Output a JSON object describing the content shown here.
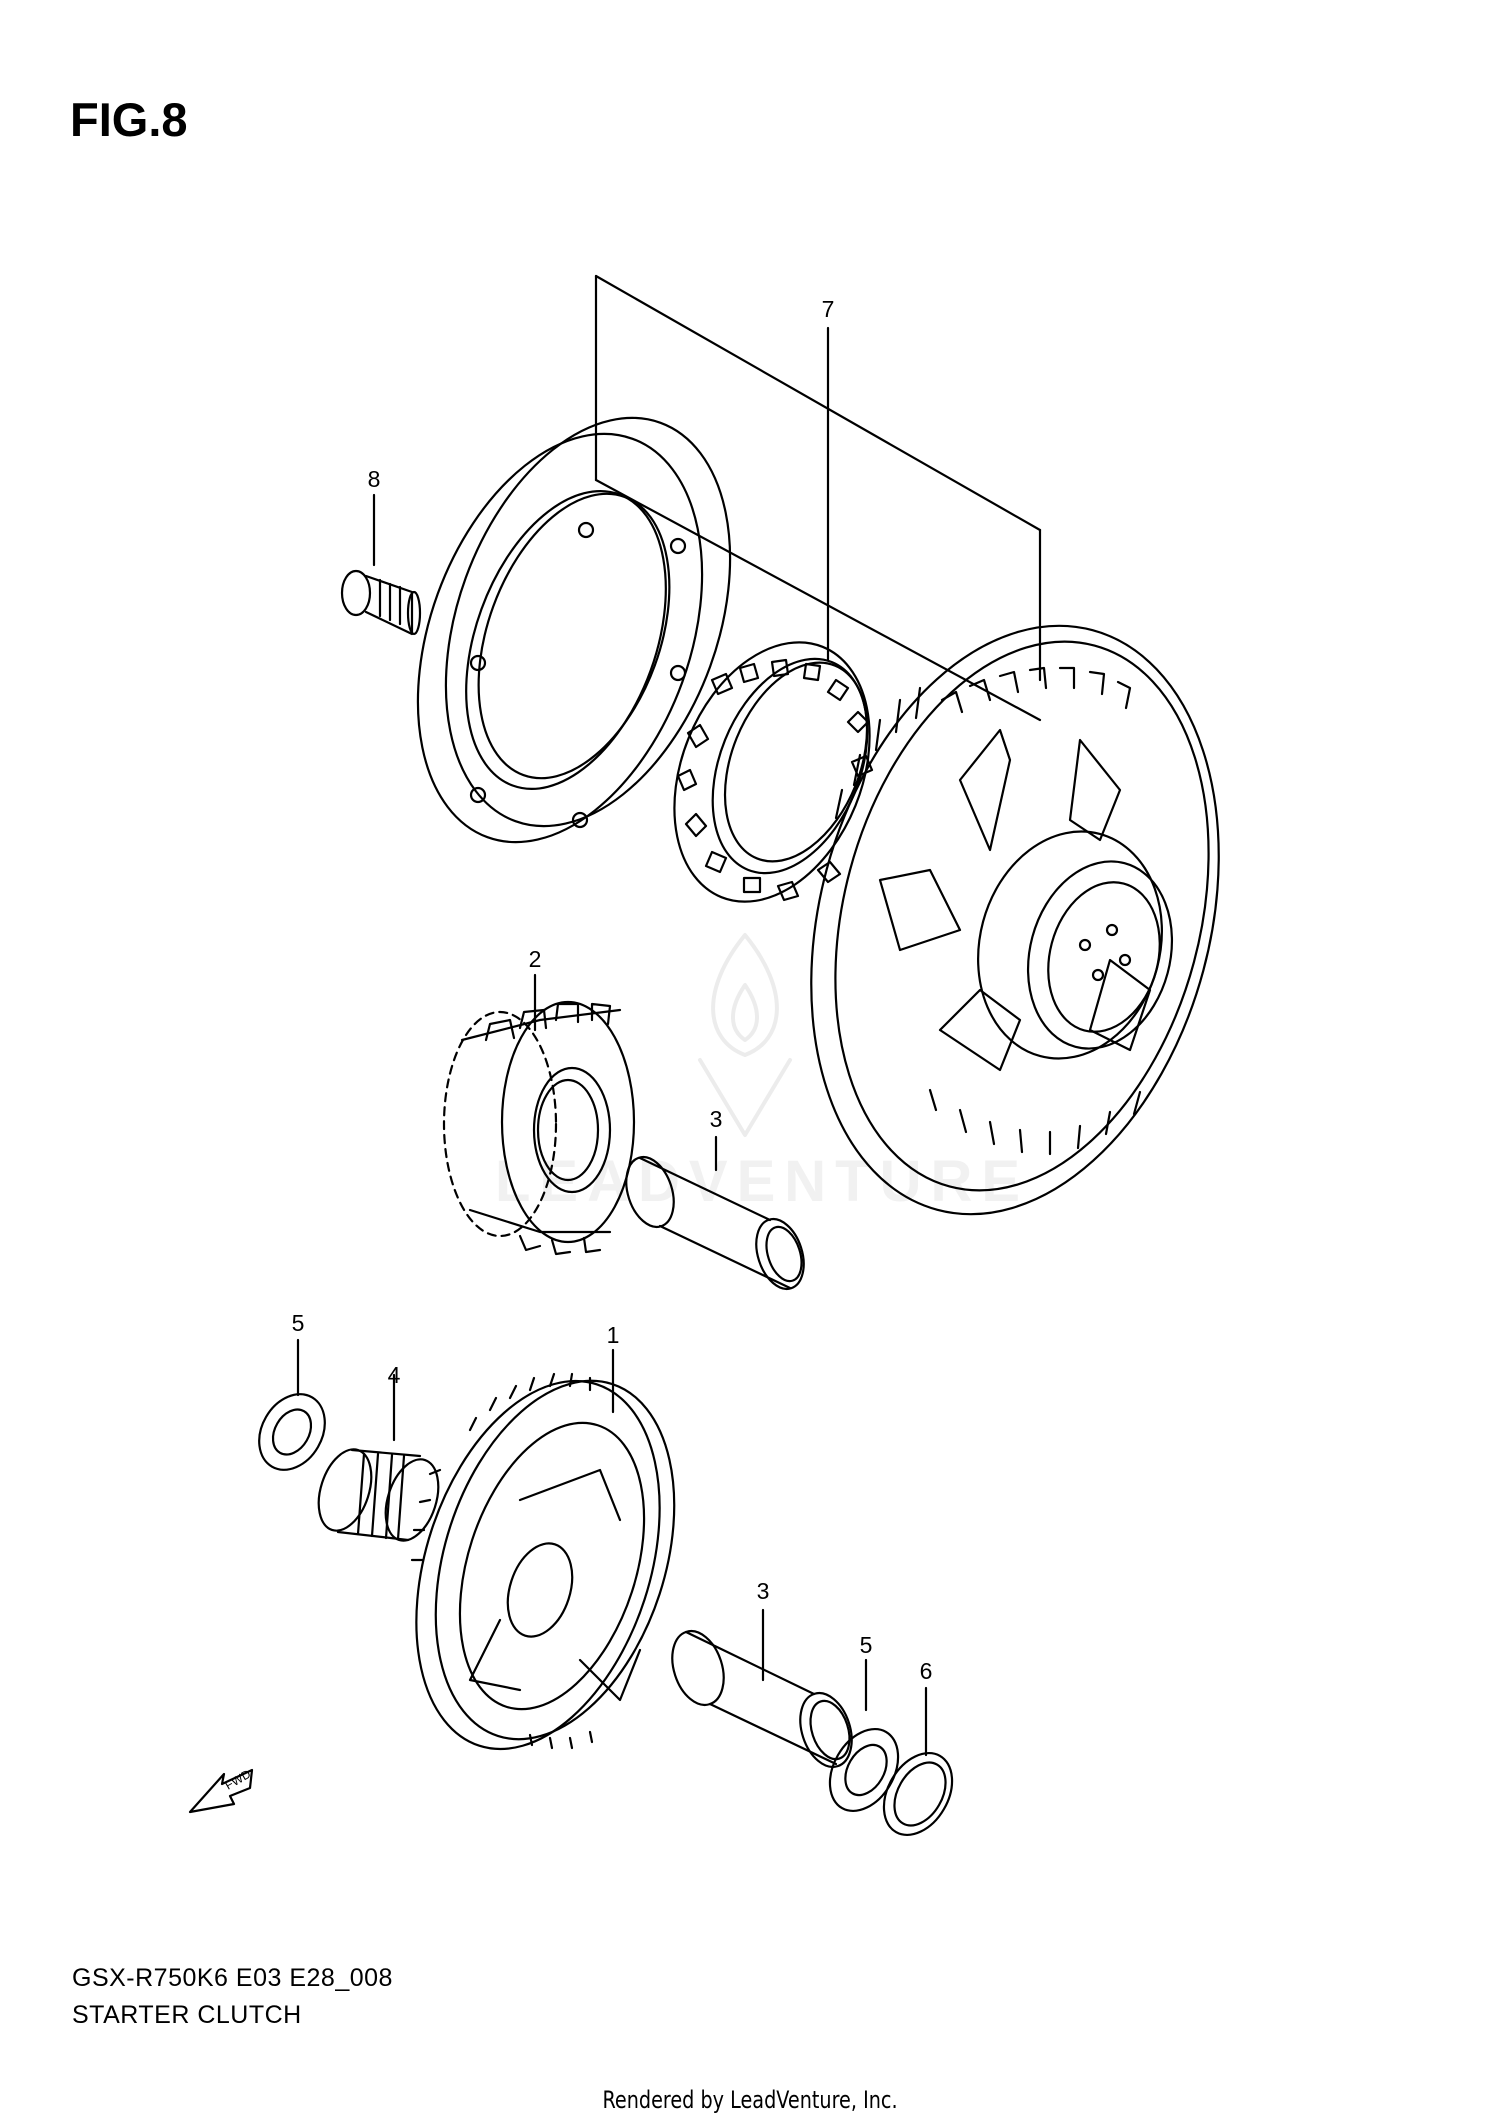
{
  "figure": {
    "title": "FIG.8"
  },
  "callouts": [
    {
      "id": "p7",
      "label": "7"
    },
    {
      "id": "p8",
      "label": "8"
    },
    {
      "id": "p2",
      "label": "2"
    },
    {
      "id": "p3a",
      "label": "3"
    },
    {
      "id": "p5a",
      "label": "5"
    },
    {
      "id": "p4",
      "label": "4"
    },
    {
      "id": "p1",
      "label": "1"
    },
    {
      "id": "p3b",
      "label": "3"
    },
    {
      "id": "p5b",
      "label": "5"
    },
    {
      "id": "p6",
      "label": "6"
    }
  ],
  "direction_marker": {
    "label": "FWD",
    "icon": "fwd-arrow-icon"
  },
  "footer": {
    "model_code": "GSX-R750K6 E03 E28_008",
    "section_name": "STARTER CLUTCH",
    "rendered_by": "Rendered by LeadVenture, Inc."
  },
  "watermark": {
    "text": "LEADVENTURE",
    "icon": "leadventure-flame-logo"
  }
}
